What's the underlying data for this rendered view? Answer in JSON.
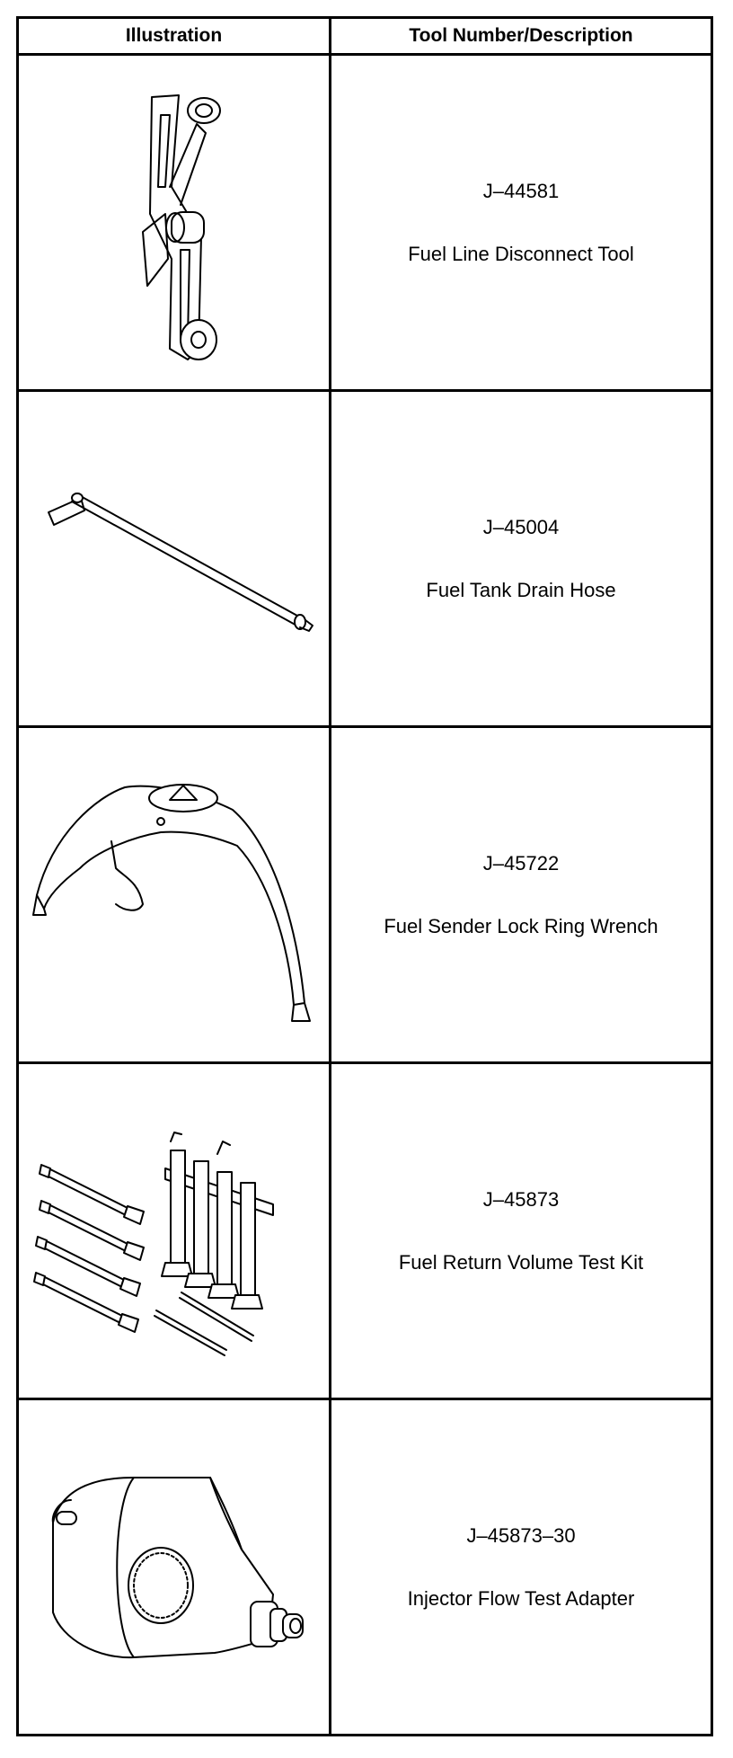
{
  "table": {
    "headers": {
      "illustration": "Illustration",
      "tool": "Tool Number/Description"
    },
    "rows": [
      {
        "number": "J–44581",
        "description": "Fuel Line Disconnect Tool",
        "icon": "fuel-line-disconnect-tool-icon"
      },
      {
        "number": "J–45004",
        "description": "Fuel Tank Drain Hose",
        "icon": "fuel-tank-drain-hose-icon"
      },
      {
        "number": "J–45722",
        "description": "Fuel Sender Lock Ring Wrench",
        "icon": "lock-ring-wrench-icon"
      },
      {
        "number": "J–45873",
        "description": "Fuel Return Volume Test Kit",
        "icon": "test-kit-icon"
      },
      {
        "number": "J–45873–30",
        "description": "Injector Flow Test Adapter",
        "icon": "flow-test-adapter-icon"
      }
    ]
  }
}
